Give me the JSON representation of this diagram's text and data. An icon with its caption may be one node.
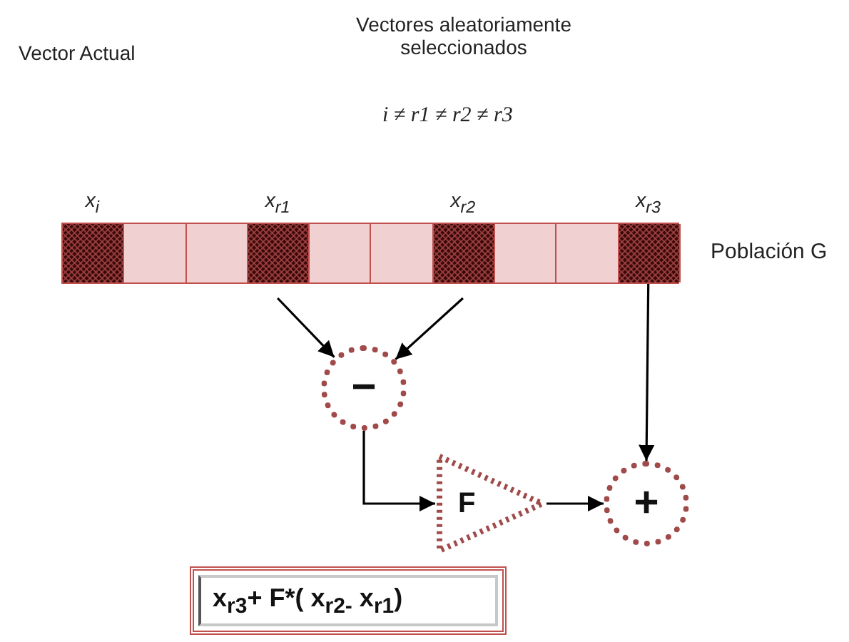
{
  "diagram": {
    "nodes": [
      {
        "text": [],
        "shape": "bar",
        "beside": [
          "Población G"
        ]
      },
      {
        "text": [],
        "shape": "box",
        "in": 0,
        "beside": [
          "x$_{i}$"
        ]
      },
      {
        "text": [],
        "shape": "box",
        "in": 0
      },
      {
        "text": [],
        "shape": "box",
        "in": 0
      },
      {
        "text": [],
        "shape": "box",
        "in": 0,
        "beside": [
          "x$_{r1}$"
        ]
      },
      {
        "text": [],
        "shape": "box",
        "in": 0
      },
      {
        "text": [],
        "shape": "box",
        "in": 0
      },
      {
        "text": [],
        "shape": "box",
        "in": 0,
        "beside": [
          "x$_{r2}$"
        ]
      },
      {
        "text": [],
        "shape": "box",
        "in": 0
      },
      {
        "text": [],
        "shape": "box",
        "in": 0
      },
      {
        "text": [],
        "shape": "box",
        "in": 0,
        "beside": [
          "x$_{r3}$"
        ]
      },
      {
        "text": [
          "−"
        ]
      },
      {
        "text": [
          "F"
        ]
      },
      {
        "text": [
          "+"
        ]
      },
      {
        "text": [
          "x$_{r3}$+ F*( x$_{r2-}$ x$_{r1}$)"
        ]
      }
    ],
    "edges": [
      {
        "from": 4,
        "to": 11,
        "arrow": "to"
      },
      {
        "from": 7,
        "to": 11,
        "arrow": "to"
      },
      {
        "from": 10,
        "to": 13,
        "arrow": "to"
      },
      {
        "from": 11,
        "to": 12,
        "arrow": "to"
      },
      {
        "from": 12,
        "to": 13,
        "arrow": "to"
      }
    ],
    "labels": [
      "Vector Actual",
      "Vectores aleatoriamente seleccionados",
      "i ≠ r1 ≠ r2 ≠ r3"
    ]
  }
}
